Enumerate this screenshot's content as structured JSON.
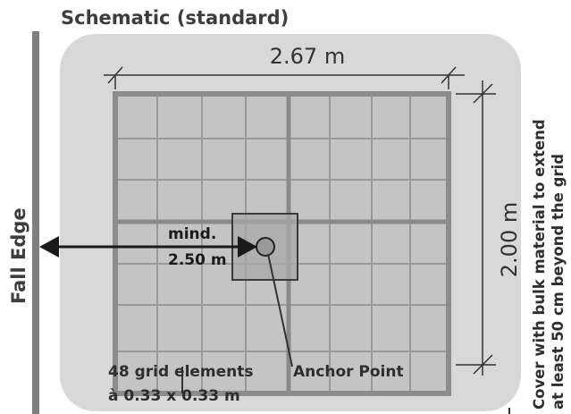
{
  "title": "Schematic (standard)",
  "width_label": "2.67 m",
  "height_label": "2.00 m",
  "min_distance_label": [
    "mind.",
    "2.50 m"
  ],
  "grid_label": [
    "48 grid elements",
    "à 0.33 x 0.33 m"
  ],
  "anchor_label": "Anchor Point",
  "fall_edge_label": "Fall Edge",
  "cover_note": [
    "Cover with bulk material to extend",
    "at least 50 cm beyond the grid"
  ],
  "colors": {
    "background_panel": "#d8d8d8",
    "grid_fill": "#c4c4c4",
    "grid_line": "#8c8c8c",
    "anchor_plate": "#aaaaaa",
    "wall": "#808080",
    "text": "#333333"
  }
}
